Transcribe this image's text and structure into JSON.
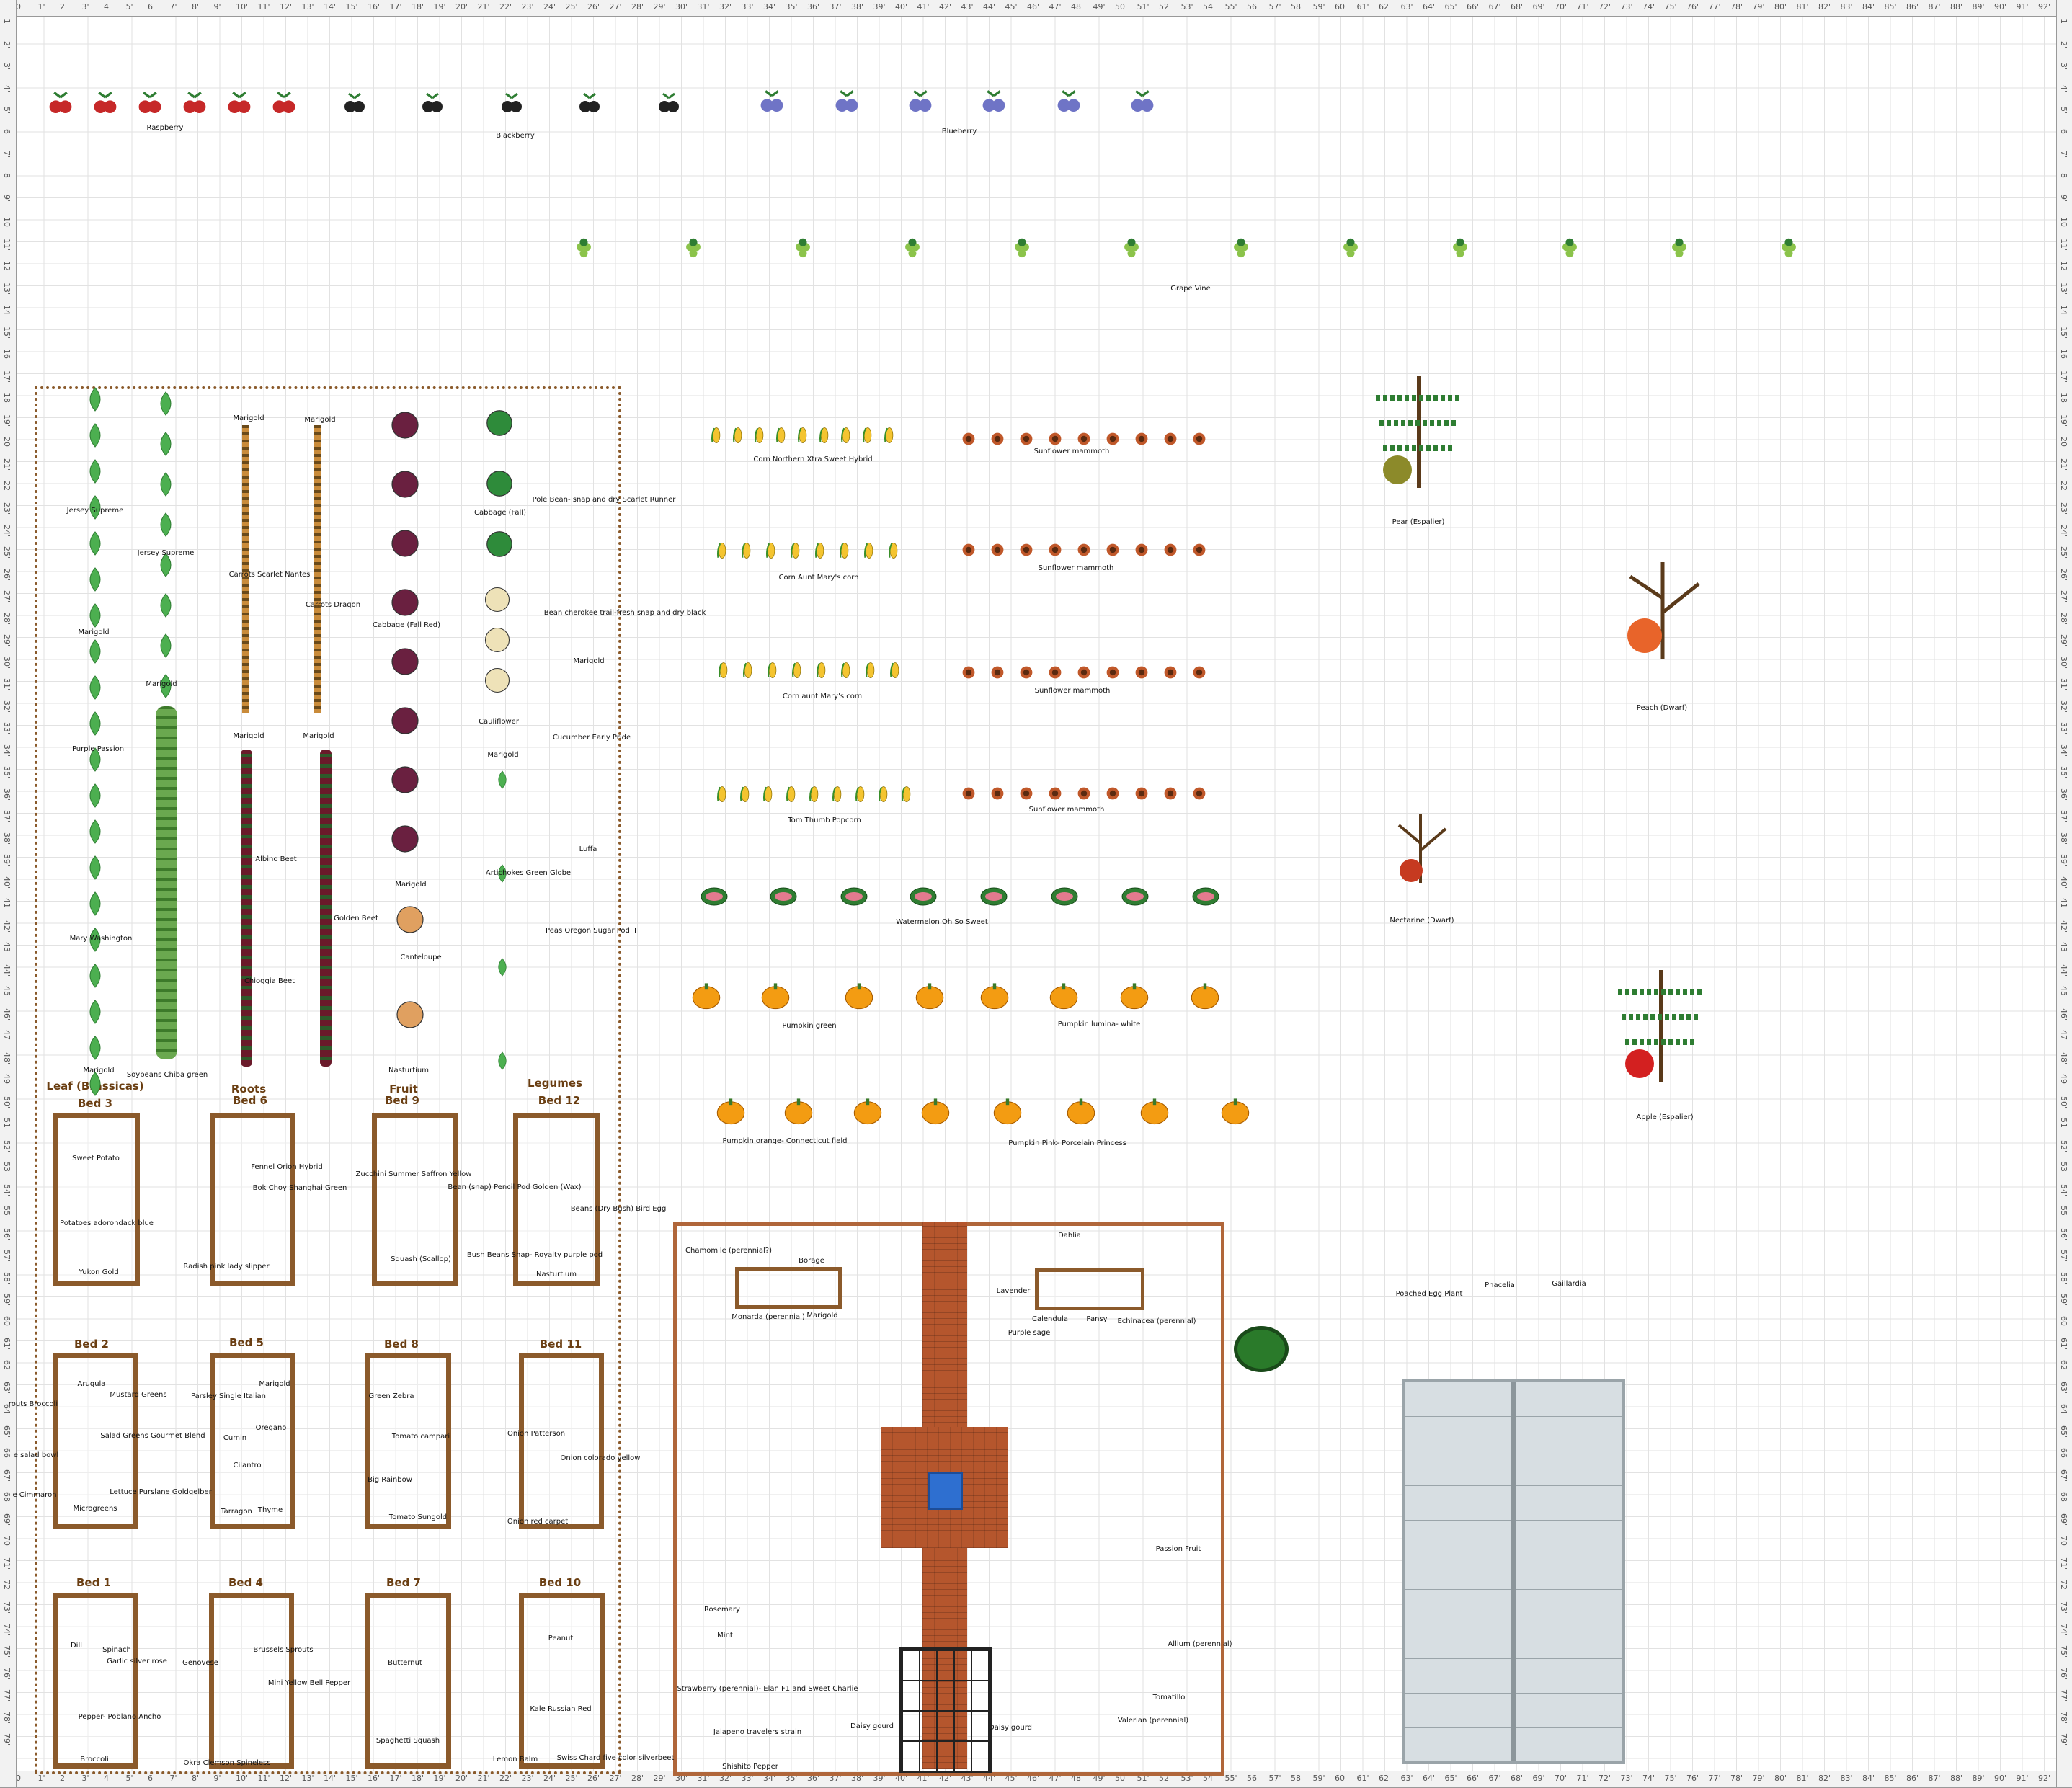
{
  "rulers": {
    "top": [
      "0'",
      "1'",
      "2'",
      "3'",
      "4'",
      "5'",
      "6'",
      "7'",
      "8'",
      "9'",
      "10'",
      "11'",
      "12'",
      "13'",
      "14'",
      "15'",
      "16'",
      "17'",
      "18'",
      "19'",
      "20'",
      "21'",
      "22'",
      "23'",
      "24'",
      "25'",
      "26'",
      "27'",
      "28'",
      "29'",
      "30'",
      "31'",
      "32'",
      "33'",
      "34'",
      "35'",
      "36'",
      "37'",
      "38'",
      "39'",
      "40'",
      "41'",
      "42'",
      "43'",
      "44'",
      "45'",
      "46'",
      "47'",
      "48'",
      "49'",
      "50'",
      "51'",
      "52'",
      "53'",
      "54'",
      "55'",
      "56'",
      "57'",
      "58'",
      "59'",
      "60'",
      "61'",
      "62'",
      "63'",
      "64'",
      "65'",
      "66'",
      "67'",
      "68'",
      "69'",
      "70'",
      "71'",
      "72'",
      "73'",
      "74'",
      "75'",
      "76'",
      "77'",
      "78'",
      "79'",
      "80'",
      "81'",
      "82'",
      "83'",
      "84'",
      "85'",
      "86'",
      "87'",
      "88'",
      "89'",
      "90'",
      "91'",
      "92'"
    ],
    "left": [
      "1'",
      "2'",
      "3'",
      "4'",
      "5'",
      "6'",
      "7'",
      "8'",
      "9'",
      "10'",
      "11'",
      "12'",
      "13'",
      "14'",
      "15'",
      "16'",
      "17'",
      "18'",
      "19'",
      "20'",
      "21'",
      "22'",
      "23'",
      "24'",
      "25'",
      "26'",
      "27'",
      "28'",
      "29'",
      "30'",
      "31'",
      "32'",
      "33'",
      "34'",
      "35'",
      "36'",
      "37'",
      "38'",
      "39'",
      "40'",
      "41'",
      "42'",
      "43'",
      "44'",
      "45'",
      "46'",
      "47'",
      "48'",
      "49'",
      "50'",
      "51'",
      "52'",
      "53'",
      "54'",
      "55'",
      "56'",
      "57'",
      "58'",
      "59'",
      "60'",
      "61'",
      "62'",
      "63'",
      "64'",
      "65'",
      "66'",
      "67'",
      "68'",
      "69'",
      "70'",
      "71'",
      "72'",
      "73'",
      "74'",
      "75'",
      "76'",
      "77'",
      "78'",
      "79'"
    ]
  },
  "headings": {
    "leaf": "Leaf (Brassicas)",
    "roots": "Roots",
    "fruit": "Fruit",
    "legumes": "Legumes"
  },
  "beds": {
    "b1": "Bed 1",
    "b2": "Bed 2",
    "b3": "Bed 3",
    "b4": "Bed 4",
    "b5": "Bed 5",
    "b6": "Bed 6",
    "b7": "Bed 7",
    "b8": "Bed 8",
    "b9": "Bed 9",
    "b10": "Bed 10",
    "b11": "Bed 11",
    "b12": "Bed 12"
  },
  "labels": {
    "raspberry": "Raspberry",
    "blackberry": "Blackberry",
    "blueberry": "Blueberry",
    "grape": "Grape Vine",
    "jersey1": "Jersey Supreme",
    "jersey2": "Jersey Supreme",
    "marigold": "Marigold",
    "purplePassion": "Purple Passion",
    "maryWash": "Mary Washington",
    "soybeans": "Soybeans Chiba green",
    "carrotsNantes": "Carrots Scarlet Nantes",
    "carrotsDragon": "Carrots Dragon",
    "albinoBeet": "Albino Beet",
    "goldenBeet": "Golden Beet",
    "chioggia": "Chioggia Beet",
    "cabbageFallRed": "Cabbage (Fall Red)",
    "canteloupe": "Canteloupe",
    "nasturtium": "Nasturtium",
    "cabbageFall": "Cabbage (Fall)",
    "cauliflower": "Cauliflower",
    "artichokes": "Artichokes Green Globe",
    "poleBean": "Pole Bean- snap and dry Scarlet Runner",
    "beanCherokee": "Bean cherokee trail-fresh snap and dry black",
    "cucumber": "Cucumber Early Pride",
    "luffa": "Luffa",
    "peas": "Peas Oregon Sugar Pod II",
    "corn1": "Corn Northern Xtra Sweet Hybrid",
    "corn2": "Corn Aunt Mary's corn",
    "corn3": "Corn aunt Mary's corn",
    "corn4": "Tom Thumb Popcorn",
    "sunflower": "Sunflower mammoth",
    "watermelon": "Watermelon Oh So Sweet",
    "pumpkinGreen": "Pumpkin green",
    "pumpkinLumina": "Pumpkin lumina- white",
    "pumpkinOrange": "Pumpkin orange- Connecticut field",
    "pumpkinPink": "Pumpkin Pink- Porcelain Princess",
    "pear": "Pear (Espalier)",
    "peach": "Peach (Dwarf)",
    "nectarine": "Nectarine (Dwarf)",
    "apple": "Apple (Espalier)",
    "sweetPotato": "Sweet Potato",
    "potatoes": "Potatoes adorondack blue",
    "yukon": "Yukon Gold",
    "fennel": "Fennel Orion Hybrid",
    "bokChoy": "Bok Choy Shanghai Green",
    "radish": "Radish pink lady slipper",
    "zucchini": "Zucchini Summer Saffron Yellow",
    "squashScallop": "Squash (Scallop)",
    "beanPencil": "Bean (snap) Pencil Pod Golden (Wax)",
    "beansBird": "Beans (Dry Bush) Bird Egg",
    "bushBeans": "Bush Beans Snap- Royalty purple pod",
    "arugula": "Arugula",
    "mustard": "Mustard Greens",
    "sproutsBroccoli": "routs Broccoli",
    "saladGreens": "Salad Greens Gourmet Blend",
    "saladBowl": "e salad bowl",
    "lettuce": "Lettuce Purslane Goldgelber",
    "cimmaron": "e Cimmaron",
    "microgreens": "Microgreens",
    "parsley": "Parsley Single Italian",
    "cumin": "Cumin",
    "oregano": "Oregano",
    "cilantro": "Cilantro",
    "tarragon": "Tarragon",
    "thyme": "Thyme",
    "greenZebra": "Green Zebra",
    "tomatoCampari": "Tomato campari",
    "bigRainbow": "Big Rainbow",
    "tomatoSungold": "Tomato Sungold",
    "onionPatterson": "Onion Patterson",
    "onionColorado": "Onion colorado yellow",
    "onionRed": "Onion red carpet",
    "dill": "Dill",
    "spinach": "Spinach",
    "garlic": "Garlic silver rose",
    "pepperPoblano": "Pepper- Poblano Ancho",
    "broccoli": "Broccoli",
    "genovese": "Genovese",
    "brussels": "Brussels Sprouts",
    "miniPepper": "Mini Yellow Bell Pepper",
    "okra": "Okra Clemson Spineless",
    "butternut": "Butternut",
    "spaghetti": "Spaghetti Squash",
    "peanut": "Peanut",
    "kale": "Kale Russian Red",
    "lemonBalm": "Lemon Balm",
    "swissChard": "Swiss Chard five color silverbeet",
    "chamomile": "Chamomile (perennial?)",
    "borage": "Borage",
    "monarda": "Monarda (perennial)",
    "dahlia": "Dahlia",
    "lavender": "Lavender",
    "calendula": "Calendula",
    "pansy": "Pansy",
    "echinacea": "Echinacea  (perennial)",
    "purpleSage": "Purple sage",
    "passionFruit": "Passion Fruit",
    "rosemary": "Rosemary",
    "mint": "Mint",
    "strawberry": "Strawberry (perennial)- Elan F1 and Sweet Charlie",
    "jalapeno": "Jalapeno travelers strain",
    "shishito": "Shishito Pepper",
    "daisyGourd": "Daisy gourd",
    "allium": "Allium (perennial)",
    "tomatillo": "Tomatillo",
    "valerian": "Valerian  (perennial)",
    "poachedEgg": "Poached Egg Plant",
    "phacelia": "Phacelia",
    "gaillardia": "Gaillardia"
  },
  "colors": {
    "fence": "#8a5a2b",
    "bedFrame": "#8b5a2b",
    "heading": "#6a3e12",
    "brick": "#b5562d",
    "water": "#2e6fd0",
    "greenhouse": "#c9d4d9"
  }
}
